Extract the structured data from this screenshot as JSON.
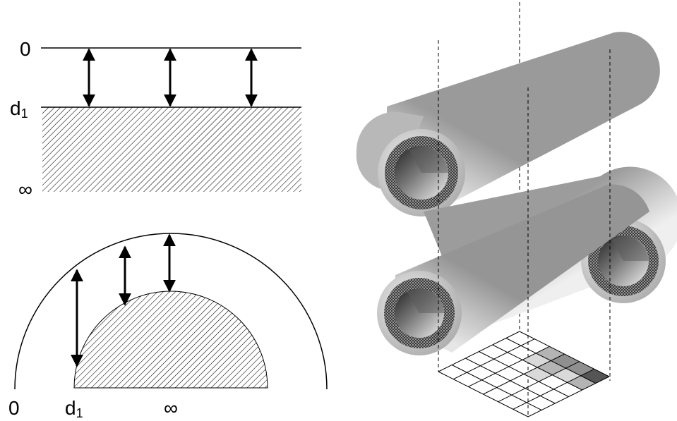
{
  "planar": {
    "label_top": "0",
    "label_interface": "d",
    "label_interface_sub": "1",
    "label_bottom": "∞"
  },
  "curved": {
    "label_origin": "0",
    "label_interface": "d",
    "label_interface_sub": "1",
    "label_infinity": "∞"
  },
  "colors": {
    "line": "#000000",
    "tube_light": "#eeeeee",
    "tube_mid": "#bdbdbd",
    "tube_dark": "#8a8a8a",
    "grid_shade_1": "#d9d9d9",
    "grid_shade_2": "#b4b4b4",
    "grid_shade_3": "#8f8f8f",
    "grid_shade_4": "#555555"
  },
  "shading_levels": [
    0.25,
    0.5,
    0.75,
    1.0
  ]
}
